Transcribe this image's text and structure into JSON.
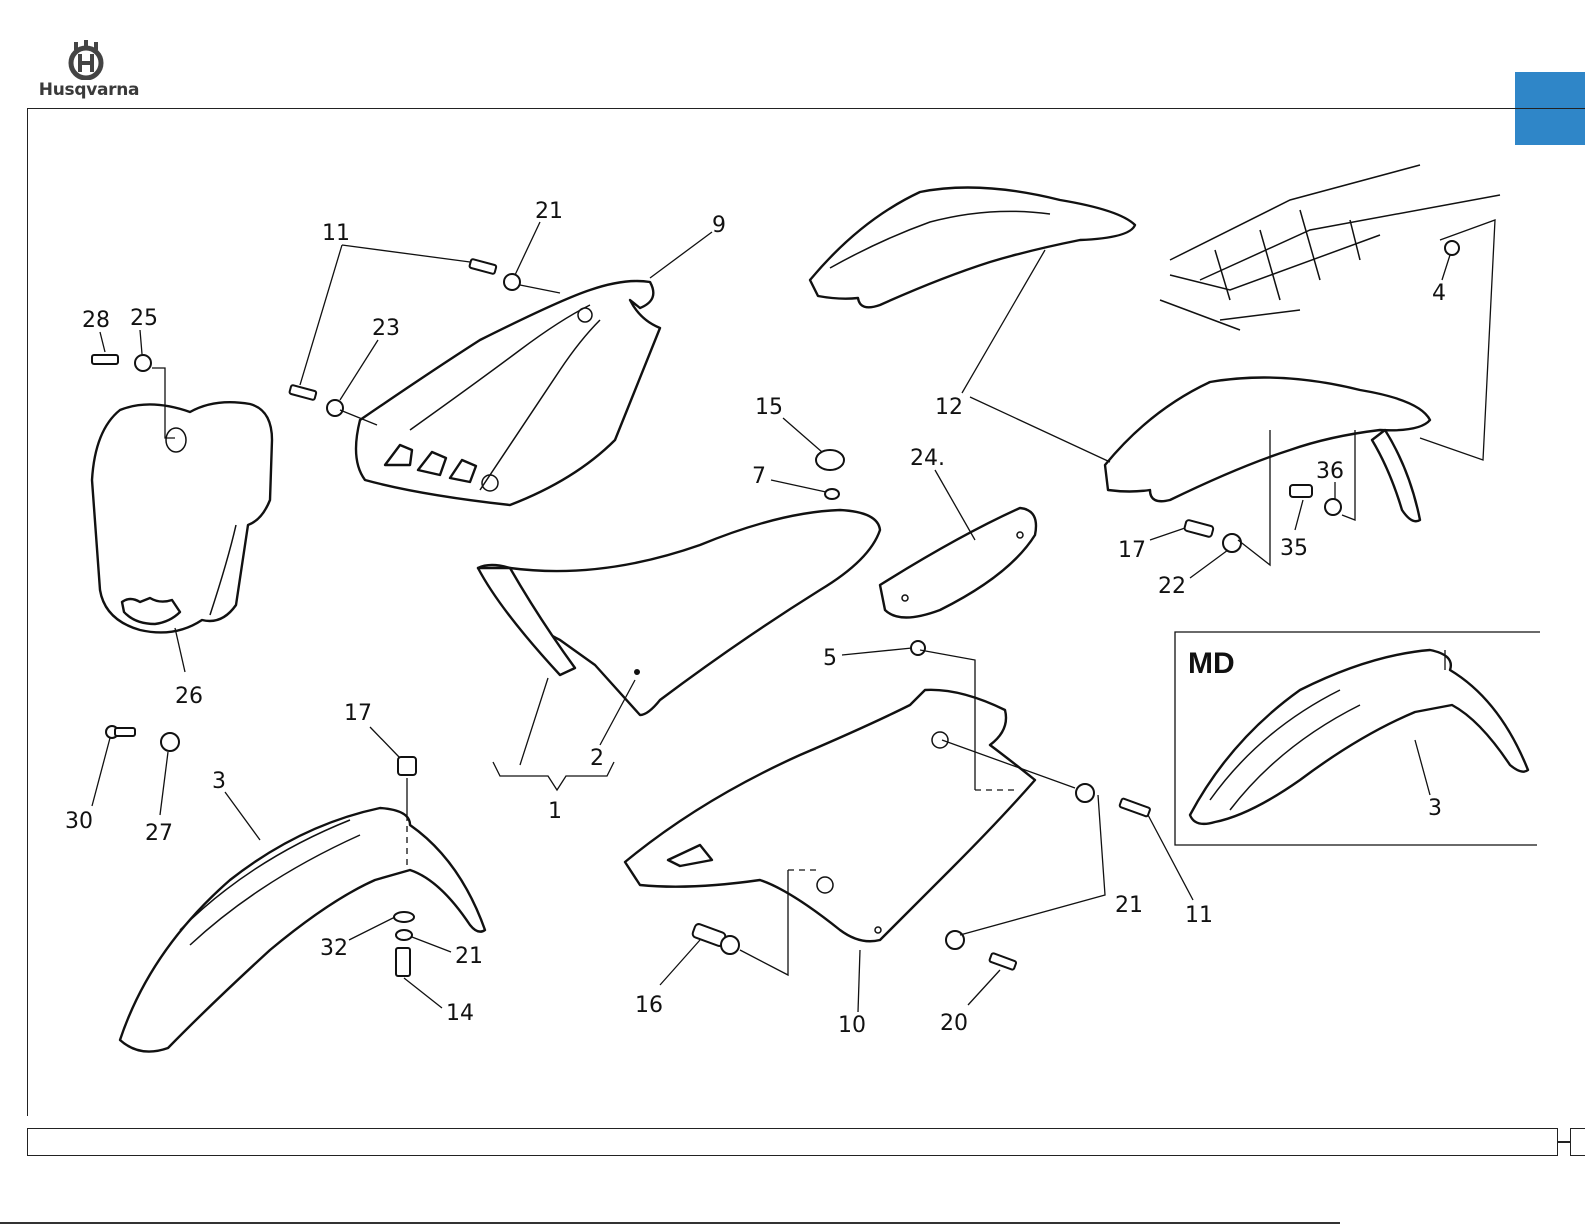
{
  "brand": {
    "name": "Husqvarna",
    "logo_icon": "husqvarna-crown-logo"
  },
  "accent_color": "#2f86c8",
  "inset": {
    "label": "MD"
  },
  "callouts": {
    "c1": "1",
    "c2": "2",
    "c3": "3",
    "c3b": "3",
    "c4": "4",
    "c5": "5",
    "c7": "7",
    "c9": "9",
    "c10": "10",
    "c11a": "11",
    "c11b": "11",
    "c12": "12",
    "c14": "14",
    "c15": "15",
    "c16": "16",
    "c17a": "17",
    "c17b": "17",
    "c20": "20",
    "c21a": "21",
    "c21b": "21",
    "c21c": "21",
    "c22": "22",
    "c23": "23",
    "c24": "24.",
    "c25": "25",
    "c26": "26",
    "c27": "27",
    "c28": "28",
    "c30": "30",
    "c32": "32",
    "c35": "35",
    "c36": "36"
  }
}
